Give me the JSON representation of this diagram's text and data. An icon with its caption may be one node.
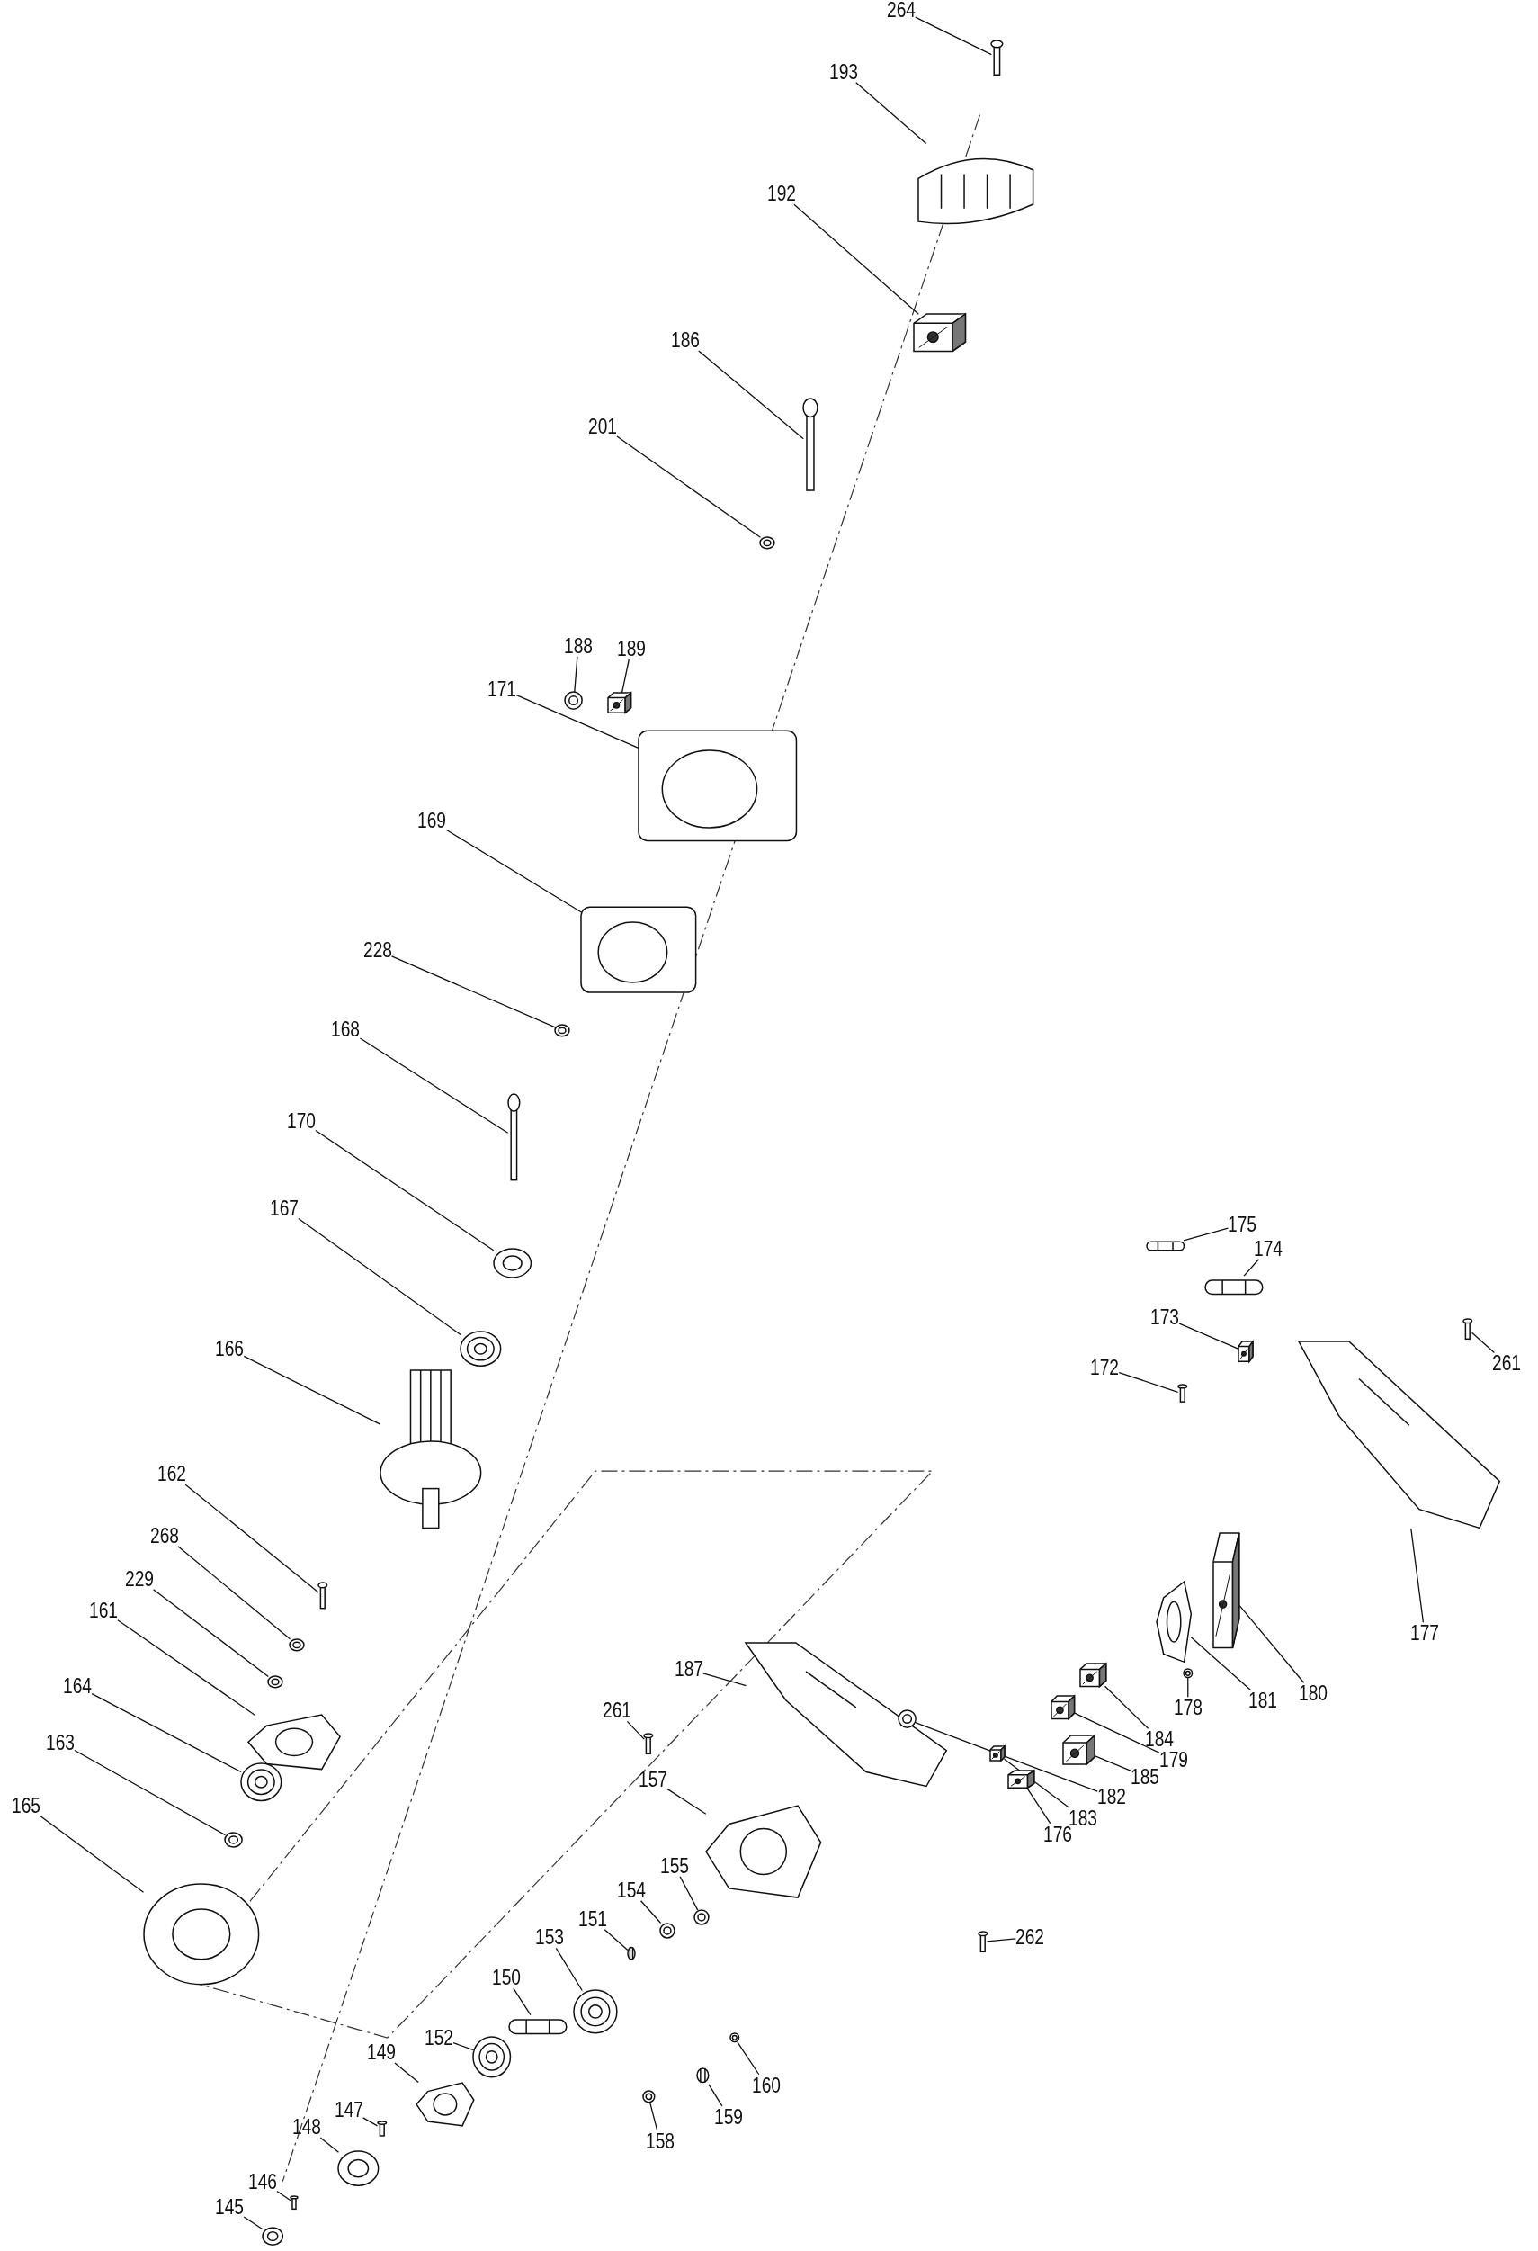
{
  "diagram": {
    "nodes": [
      {
        "text": [
          "264"
        ]
      },
      {
        "text": [],
        "shape": "picture"
      },
      {
        "text": [
          "193"
        ]
      },
      {
        "text": [],
        "shape": "picture"
      },
      {
        "text": [
          "192"
        ]
      },
      {
        "text": [],
        "shape": "picture"
      },
      {
        "text": [
          "186"
        ]
      },
      {
        "text": [],
        "shape": "picture"
      },
      {
        "text": [
          "201"
        ]
      },
      {
        "text": [],
        "shape": "picture"
      },
      {
        "text": [
          "188"
        ]
      },
      {
        "text": [],
        "shape": "picture"
      },
      {
        "text": [
          "189"
        ]
      },
      {
        "text": [],
        "shape": "picture"
      },
      {
        "text": [
          "171"
        ]
      },
      {
        "text": [],
        "shape": "picture"
      },
      {
        "text": [
          "169"
        ]
      },
      {
        "text": [],
        "shape": "picture"
      },
      {
        "text": [
          "228"
        ]
      },
      {
        "text": [],
        "shape": "picture"
      },
      {
        "text": [
          "168"
        ]
      },
      {
        "text": [],
        "shape": "picture"
      },
      {
        "text": [
          "170"
        ]
      },
      {
        "text": [],
        "shape": "picture"
      },
      {
        "text": [
          "175"
        ]
      },
      {
        "text": [],
        "shape": "picture"
      },
      {
        "text": [
          "174"
        ]
      },
      {
        "text": [],
        "shape": "picture"
      },
      {
        "text": [
          "167"
        ]
      },
      {
        "text": [],
        "shape": "picture"
      },
      {
        "text": [
          "173"
        ]
      },
      {
        "text": [],
        "shape": "picture"
      },
      {
        "text": [
          "261"
        ]
      },
      {
        "text": [],
        "shape": "picture"
      },
      {
        "text": [
          "172"
        ]
      },
      {
        "text": [],
        "shape": "picture"
      },
      {
        "text": [
          "166"
        ]
      },
      {
        "text": [],
        "shape": "picture"
      },
      {
        "text": [
          "162"
        ]
      },
      {
        "text": [],
        "shape": "picture"
      },
      {
        "text": [
          "268"
        ]
      },
      {
        "text": [],
        "shape": "picture"
      },
      {
        "text": [
          "229"
        ]
      },
      {
        "text": [],
        "shape": "picture"
      },
      {
        "text": [
          "161"
        ]
      },
      {
        "text": [],
        "shape": "picture"
      },
      {
        "text": [
          "177"
        ]
      },
      {
        "text": [],
        "shape": "picture"
      },
      {
        "text": [
          "187"
        ]
      },
      {
        "text": [],
        "shape": "picture"
      },
      {
        "text": [
          "164"
        ]
      },
      {
        "text": [],
        "shape": "picture"
      },
      {
        "text": [
          "180"
        ]
      },
      {
        "text": [],
        "shape": "picture"
      },
      {
        "text": [
          "181"
        ]
      },
      {
        "text": [],
        "shape": "picture"
      },
      {
        "text": [
          "178"
        ]
      },
      {
        "text": [],
        "shape": "picture"
      },
      {
        "text": [
          "261"
        ]
      },
      {
        "text": [],
        "shape": "picture"
      },
      {
        "text": [
          "184"
        ]
      },
      {
        "text": [],
        "shape": "picture"
      },
      {
        "text": [
          "163"
        ]
      },
      {
        "text": [],
        "shape": "picture"
      },
      {
        "text": [
          "179"
        ]
      },
      {
        "text": [],
        "shape": "picture"
      },
      {
        "text": [
          "185"
        ]
      },
      {
        "text": [],
        "shape": "picture"
      },
      {
        "text": [
          "157"
        ]
      },
      {
        "text": [],
        "shape": "picture"
      },
      {
        "text": [
          "182"
        ]
      },
      {
        "text": [],
        "shape": "picture"
      },
      {
        "text": [
          "165"
        ]
      },
      {
        "text": [],
        "shape": "picture"
      },
      {
        "text": [
          "183"
        ]
      },
      {
        "text": [],
        "shape": "picture"
      },
      {
        "text": [
          "176"
        ]
      },
      {
        "text": [],
        "shape": "picture"
      },
      {
        "text": [
          "155"
        ]
      },
      {
        "text": [],
        "shape": "picture"
      },
      {
        "text": [
          "154"
        ]
      },
      {
        "text": [],
        "shape": "picture"
      },
      {
        "text": [
          "151"
        ]
      },
      {
        "text": [],
        "shape": "picture"
      },
      {
        "text": [
          "153"
        ]
      },
      {
        "text": [],
        "shape": "picture"
      },
      {
        "text": [
          "262"
        ]
      },
      {
        "text": [],
        "shape": "picture"
      },
      {
        "text": [
          "150"
        ]
      },
      {
        "text": [],
        "shape": "picture"
      },
      {
        "text": [
          "152"
        ]
      },
      {
        "text": [],
        "shape": "picture"
      },
      {
        "text": [
          "149"
        ]
      },
      {
        "text": [],
        "shape": "picture"
      },
      {
        "text": [
          "160"
        ]
      },
      {
        "text": [],
        "shape": "picture"
      },
      {
        "text": [
          "147"
        ]
      },
      {
        "text": [],
        "shape": "picture"
      },
      {
        "text": [
          "159"
        ]
      },
      {
        "text": [],
        "shape": "picture"
      },
      {
        "text": [
          "158"
        ]
      },
      {
        "text": [],
        "shape": "picture"
      },
      {
        "text": [
          "148"
        ]
      },
      {
        "text": [],
        "shape": "picture"
      },
      {
        "text": [
          "146"
        ]
      },
      {
        "text": [],
        "shape": "picture"
      },
      {
        "text": [
          "145"
        ]
      },
      {
        "text": [],
        "shape": "picture"
      }
    ],
    "edges": [
      {
        "from": 0,
        "to": 1,
        "arrow": "none"
      },
      {
        "from": 2,
        "to": 3,
        "arrow": "none"
      },
      {
        "from": 4,
        "to": 5,
        "arrow": "none"
      },
      {
        "from": 6,
        "to": 7,
        "arrow": "none"
      },
      {
        "from": 8,
        "to": 9,
        "arrow": "none"
      },
      {
        "from": 10,
        "to": 11,
        "arrow": "none"
      },
      {
        "from": 12,
        "to": 13,
        "arrow": "none"
      },
      {
        "from": 14,
        "to": 15,
        "arrow": "none"
      },
      {
        "from": 16,
        "to": 17,
        "arrow": "none"
      },
      {
        "from": 18,
        "to": 19,
        "arrow": "none"
      },
      {
        "from": 20,
        "to": 21,
        "arrow": "none"
      },
      {
        "from": 22,
        "to": 23,
        "arrow": "none"
      },
      {
        "from": 24,
        "to": 25,
        "arrow": "none"
      },
      {
        "from": 26,
        "to": 27,
        "arrow": "none"
      },
      {
        "from": 28,
        "to": 29,
        "arrow": "none"
      },
      {
        "from": 30,
        "to": 31,
        "arrow": "none"
      },
      {
        "from": 32,
        "to": 33,
        "arrow": "none"
      },
      {
        "from": 34,
        "to": 35,
        "arrow": "none"
      },
      {
        "from": 36,
        "to": 37,
        "arrow": "none"
      },
      {
        "from": 38,
        "to": 39,
        "arrow": "none"
      },
      {
        "from": 40,
        "to": 41,
        "arrow": "none"
      },
      {
        "from": 42,
        "to": 43,
        "arrow": "none"
      },
      {
        "from": 44,
        "to": 45,
        "arrow": "none"
      },
      {
        "from": 46,
        "to": 47,
        "arrow": "none"
      },
      {
        "from": 48,
        "to": 49,
        "arrow": "none"
      },
      {
        "from": 50,
        "to": 51,
        "arrow": "none"
      },
      {
        "from": 52,
        "to": 53,
        "arrow": "none"
      },
      {
        "from": 54,
        "to": 55,
        "arrow": "none"
      },
      {
        "from": 56,
        "to": 57,
        "arrow": "none"
      },
      {
        "from": 58,
        "to": 59,
        "arrow": "none"
      },
      {
        "from": 60,
        "to": 61,
        "arrow": "none"
      },
      {
        "from": 62,
        "to": 63,
        "arrow": "none"
      },
      {
        "from": 64,
        "to": 65,
        "arrow": "none"
      },
      {
        "from": 66,
        "to": 67,
        "arrow": "none"
      },
      {
        "from": 68,
        "to": 69,
        "arrow": "none"
      },
      {
        "from": 70,
        "to": 71,
        "arrow": "none"
      },
      {
        "from": 72,
        "to": 73,
        "arrow": "none"
      },
      {
        "from": 74,
        "to": 75,
        "arrow": "none"
      },
      {
        "from": 76,
        "to": 77,
        "arrow": "none"
      },
      {
        "from": 78,
        "to": 79,
        "arrow": "none"
      },
      {
        "from": 80,
        "to": 81,
        "arrow": "none"
      },
      {
        "from": 82,
        "to": 83,
        "arrow": "none"
      },
      {
        "from": 84,
        "to": 85,
        "arrow": "none"
      },
      {
        "from": 86,
        "to": 87,
        "arrow": "none"
      },
      {
        "from": 88,
        "to": 89,
        "arrow": "none"
      },
      {
        "from": 90,
        "to": 91,
        "arrow": "none"
      },
      {
        "from": 92,
        "to": 93,
        "arrow": "none"
      },
      {
        "from": 94,
        "to": 95,
        "arrow": "none"
      },
      {
        "from": 96,
        "to": 97,
        "arrow": "none"
      },
      {
        "from": 98,
        "to": 99,
        "arrow": "none"
      },
      {
        "from": 100,
        "to": 101,
        "arrow": "none"
      },
      {
        "from": 102,
        "to": 103,
        "arrow": "none"
      },
      {
        "from": 104,
        "to": 105,
        "arrow": "none"
      },
      {
        "from": 106,
        "to": 107,
        "arrow": "none"
      }
    ]
  }
}
